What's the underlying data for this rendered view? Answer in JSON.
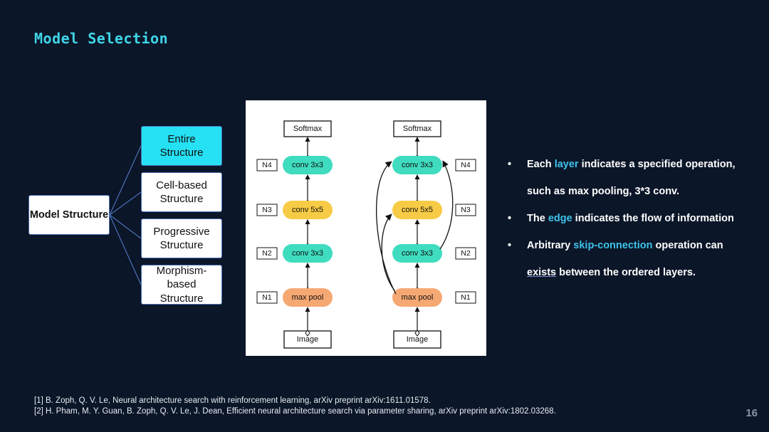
{
  "slide": {
    "title": "Model Selection",
    "page_number": "16"
  },
  "tree": {
    "root": "Model Structure",
    "children": [
      {
        "label": "Entire\nStructure",
        "active": true
      },
      {
        "label": "Cell-based\nStructure",
        "active": false
      },
      {
        "label": "Progressive\nStructure",
        "active": false
      },
      {
        "label": "Morphism-\nbased\nStructure",
        "active": false
      }
    ]
  },
  "figure": {
    "top_label": "Softmax",
    "bottom_label": "Image",
    "layers": [
      {
        "name": "conv 3x3",
        "tag": "N4",
        "color": "#3fdcc0"
      },
      {
        "name": "conv 5x5",
        "tag": "N3",
        "color": "#f7cb45"
      },
      {
        "name": "conv 3x3",
        "tag": "N2",
        "color": "#3fdcc0"
      },
      {
        "name": "max pool",
        "tag": "N1",
        "color": "#f6a873"
      }
    ]
  },
  "bullets": [
    {
      "parts": [
        {
          "text": "Each ",
          "style": ""
        },
        {
          "text": "layer",
          "style": "hl"
        },
        {
          "text": " indicates  a specified operation, such as max pooling, 3*3 conv.",
          "style": ""
        }
      ]
    },
    {
      "parts": [
        {
          "text": "The ",
          "style": ""
        },
        {
          "text": "edge",
          "style": "hl"
        },
        {
          "text": " indicates the flow of information",
          "style": ""
        }
      ]
    },
    {
      "parts": [
        {
          "text": "Arbitrary ",
          "style": ""
        },
        {
          "text": "skip-connection",
          "style": "hl"
        },
        {
          "text": " operation can ",
          "style": ""
        },
        {
          "text": "exists",
          "style": "ul"
        },
        {
          "text": " between the ordered layers.",
          "style": ""
        }
      ]
    }
  ],
  "references": [
    "[1] B. Zoph, Q. V. Le, Neural architecture search with reinforcement learning, arXiv preprint arXiv:1611.01578.",
    "[2] H. Pham, M. Y. Guan, B. Zoph, Q. V. Le, J. Dean, Efficient neural architecture search via parameter sharing, arXiv preprint arXiv:1802.03268."
  ]
}
